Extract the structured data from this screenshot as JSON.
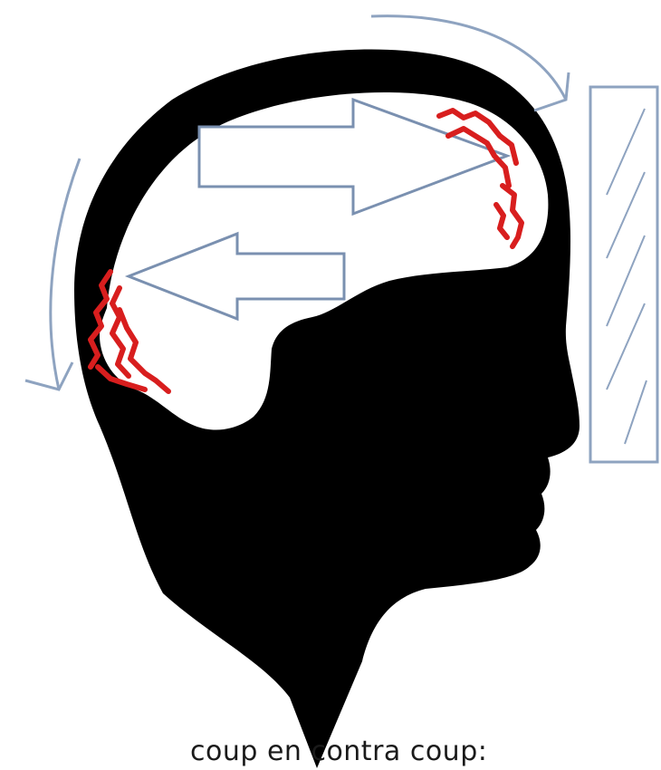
{
  "caption": "coup en contra coup:",
  "colors": {
    "background": "#ffffff",
    "silhouette": "#000000",
    "brain": "#ffffff",
    "arrow_outline": "#7a90b0",
    "injury": "#d81e1e",
    "wall_outline": "#8ea3c0"
  },
  "icons": {
    "head": "head-silhouette",
    "brain": "brain",
    "forward_arrow": "arrow-right-outline",
    "rebound_arrow": "arrow-left-outline",
    "wall": "wall-hatched"
  }
}
